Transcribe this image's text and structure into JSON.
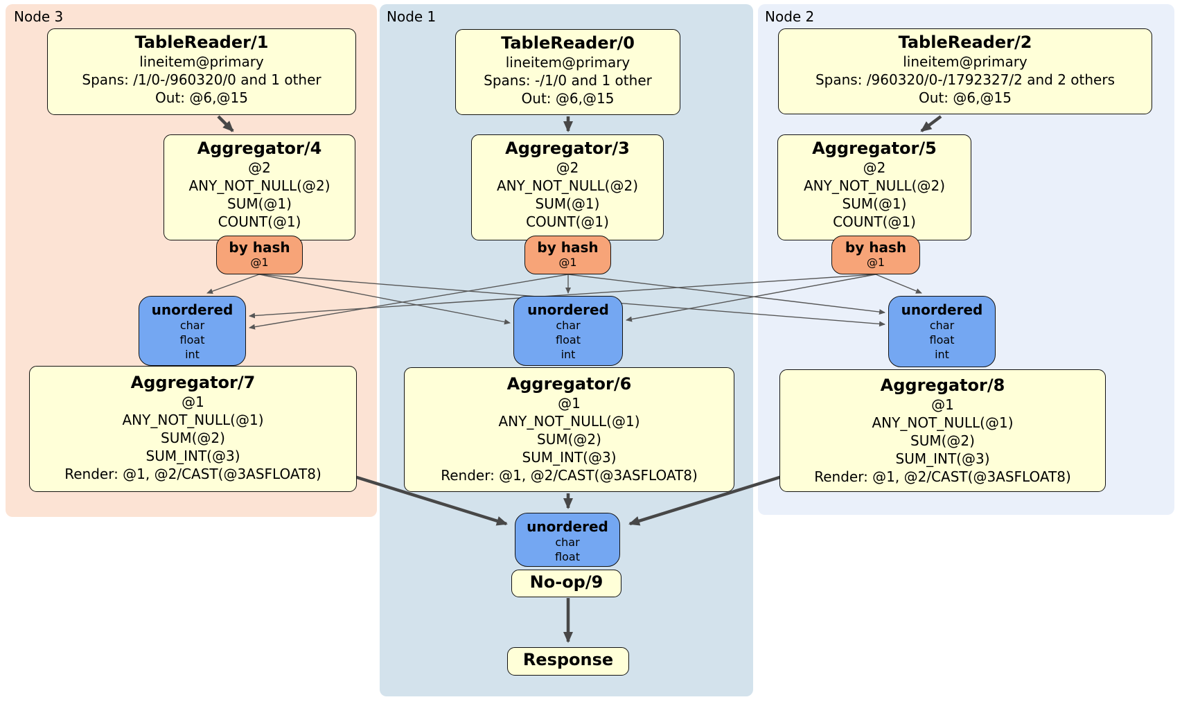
{
  "regions": [
    {
      "id": "node3",
      "label": "Node 3",
      "bg": "#fce3d4"
    },
    {
      "id": "node1",
      "label": "Node 1",
      "bg": "#d3e2ec"
    },
    {
      "id": "node2",
      "label": "Node 2",
      "bg": "#eaf0fa"
    }
  ],
  "processors": {
    "tablereader1": {
      "title": "TableReader/1",
      "lines": [
        "lineitem@primary",
        "Spans: /1/0-/960320/0 and 1 other",
        "Out: @6,@15"
      ]
    },
    "tablereader0": {
      "title": "TableReader/0",
      "lines": [
        "lineitem@primary",
        "Spans: -/1/0 and 1 other",
        "Out: @6,@15"
      ]
    },
    "tablereader2": {
      "title": "TableReader/2",
      "lines": [
        "lineitem@primary",
        "Spans: /960320/0-/1792327/2 and 2 others",
        "Out: @6,@15"
      ]
    },
    "aggregator4": {
      "title": "Aggregator/4",
      "lines": [
        "@2",
        "ANY_NOT_NULL(@2)",
        "SUM(@1)",
        "COUNT(@1)"
      ]
    },
    "aggregator3": {
      "title": "Aggregator/3",
      "lines": [
        "@2",
        "ANY_NOT_NULL(@2)",
        "SUM(@1)",
        "COUNT(@1)"
      ]
    },
    "aggregator5": {
      "title": "Aggregator/5",
      "lines": [
        "@2",
        "ANY_NOT_NULL(@2)",
        "SUM(@1)",
        "COUNT(@1)"
      ]
    },
    "aggregator7": {
      "title": "Aggregator/7",
      "lines": [
        "@1",
        "ANY_NOT_NULL(@1)",
        "SUM(@2)",
        "SUM_INT(@3)",
        "Render: @1, @2/CAST(@3ASFLOAT8)"
      ]
    },
    "aggregator6": {
      "title": "Aggregator/6",
      "lines": [
        "@1",
        "ANY_NOT_NULL(@1)",
        "SUM(@2)",
        "SUM_INT(@3)",
        "Render: @1, @2/CAST(@3ASFLOAT8)"
      ]
    },
    "aggregator8": {
      "title": "Aggregator/8",
      "lines": [
        "@1",
        "ANY_NOT_NULL(@1)",
        "SUM(@2)",
        "SUM_INT(@3)",
        "Render: @1, @2/CAST(@3ASFLOAT8)"
      ]
    },
    "noop9": {
      "title": "No-op/9"
    },
    "response": {
      "title": "Response"
    }
  },
  "routers": {
    "hash3": {
      "title": "by hash",
      "lines": [
        "@1"
      ]
    },
    "hash1": {
      "title": "by hash",
      "lines": [
        "@1"
      ]
    },
    "hash2": {
      "title": "by hash",
      "lines": [
        "@1"
      ]
    }
  },
  "syncs": {
    "unordered3": {
      "title": "unordered",
      "lines": [
        "char",
        "float",
        "int"
      ]
    },
    "unordered1": {
      "title": "unordered",
      "lines": [
        "char",
        "float",
        "int"
      ]
    },
    "unordered2": {
      "title": "unordered",
      "lines": [
        "char",
        "float",
        "int"
      ]
    },
    "unordered_final": {
      "title": "unordered",
      "lines": [
        "char",
        "float"
      ]
    }
  },
  "colors": {
    "processor_fill": "#ffffd8",
    "router_fill": "#f7a478",
    "sync_fill": "#74a7f2",
    "node3_bg": "#fce3d4",
    "node1_bg": "#d3e2ec",
    "node2_bg": "#eaf0fa",
    "edge_thick": "#474747",
    "edge_thin": "#565656",
    "box_border": "#111111"
  }
}
